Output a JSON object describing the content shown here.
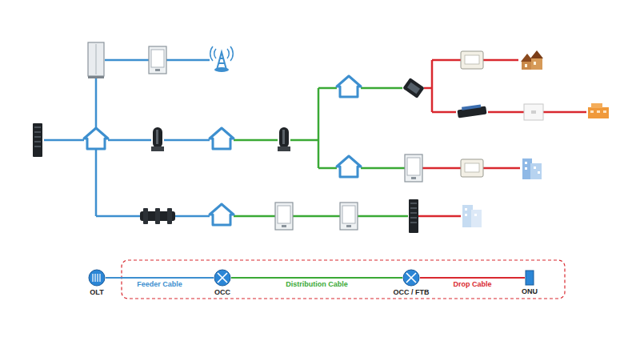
{
  "diagram": {
    "nodes": [
      {
        "text": [
          "OLT"
        ]
      },
      {
        "text": [
          "OCC"
        ]
      },
      {
        "text": [
          "OCC / FTB"
        ]
      },
      {
        "text": [
          "ONU"
        ]
      }
    ],
    "edges": [
      {
        "from": 0,
        "to": 1,
        "arrow": "none",
        "label": "Feeder Cable"
      },
      {
        "from": 1,
        "to": 2,
        "arrow": "none",
        "label": "Distribution Cable"
      },
      {
        "from": 2,
        "to": 3,
        "arrow": "none",
        "label": "Drop Cable"
      }
    ]
  }
}
